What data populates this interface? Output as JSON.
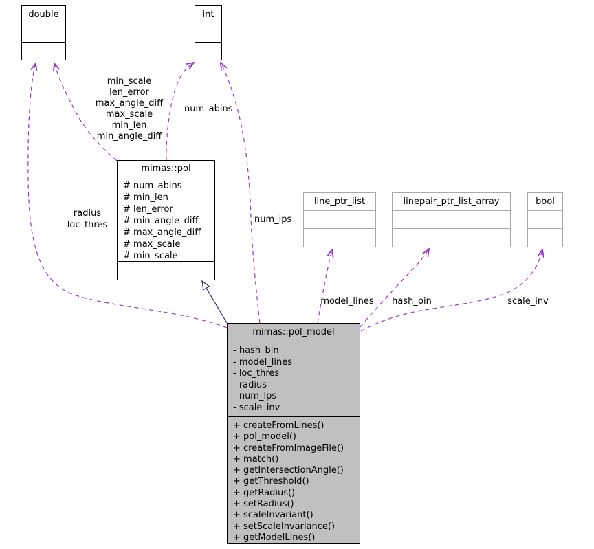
{
  "colors": {
    "usage_edge": "#9932cc",
    "inheritance_edge": "#191970",
    "highlight_fill": "#c0c0c0",
    "node_border": "#000000",
    "external_node_border": "#a9a9a9",
    "background": "#ffffff"
  },
  "nodes": {
    "double_type": {
      "title": "double"
    },
    "int_type": {
      "title": "int"
    },
    "pol": {
      "title": "mimas::pol",
      "attributes": [
        "# num_abins",
        "# min_len",
        "# len_error",
        "# min_angle_diff",
        "# max_angle_diff",
        "# max_scale",
        "# min_scale"
      ]
    },
    "line_ptr_list": {
      "title": "line_ptr_list"
    },
    "linepair_ptr_list_array": {
      "title": "linepair_ptr_list_array"
    },
    "bool_type": {
      "title": "bool"
    },
    "pol_model": {
      "title": "mimas::pol_model",
      "attributes": [
        "- hash_bin",
        "- model_lines",
        "- loc_thres",
        "- radius",
        "- num_lps",
        "- scale_inv"
      ],
      "methods": [
        "+ createFromLines()",
        "+ pol_model()",
        "+ createFromImageFile()",
        "+ match()",
        "+ getIntersectionAngle()",
        "+ getThreshold()",
        "+ getRadius()",
        "+ setRadius()",
        "+ scaleInvariant()",
        "+ setScaleInvariance()",
        "+ getModelLines()"
      ]
    }
  },
  "edge_labels": {
    "pol_uses_double": [
      "min_scale",
      "len_error",
      "max_angle_diff",
      "max_scale",
      "min_len",
      "min_angle_diff"
    ],
    "num_abins": "num_abins",
    "radius_loc_thres": [
      "radius",
      "loc_thres"
    ],
    "num_lps": "num_lps",
    "model_lines": "model_lines",
    "hash_bin": "hash_bin",
    "scale_inv": "scale_inv"
  }
}
